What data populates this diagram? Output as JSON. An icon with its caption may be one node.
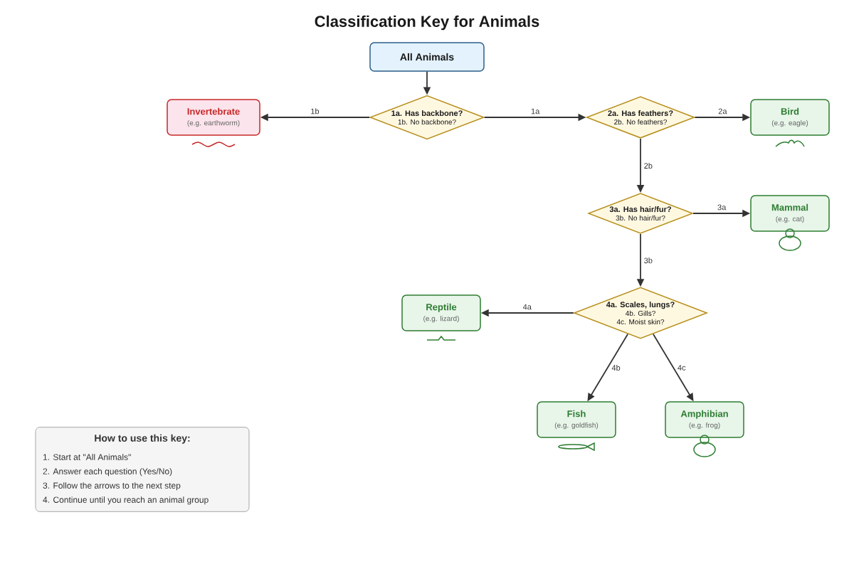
{
  "diagram": {
    "title": "Classification Key for Animals",
    "nodes": [
      {
        "text": [
          "All Animals"
        ]
      },
      {
        "text": [
          "Invertebrate",
          "(e.g. earthworm)"
        ]
      },
      {
        "text": [
          "1a. Has backbone?",
          "1b. No backbone?"
        ]
      },
      {
        "text": [
          "Bird",
          "(e.g. eagle)"
        ]
      },
      {
        "text": [
          "2a. Has feathers?",
          "2b. No feathers?"
        ]
      },
      {
        "text": [
          "Mammal",
          "(e.g. cat)"
        ]
      },
      {
        "text": [
          "3a. Has hair/fur?",
          "3b. No hair/fur?"
        ]
      },
      {
        "text": [
          "Reptile",
          "(e.g. lizard)"
        ]
      },
      {
        "text": [
          "4a. Scales, lungs?",
          "4b. Gills?",
          "4c. Moist skin?"
        ]
      },
      {
        "text": [
          "Fish",
          "(e.g. goldfish)"
        ]
      },
      {
        "text": [
          "Amphibian",
          "(e.g. frog)"
        ]
      },
      {
        "text": [
          "How to use this key:",
          "1. Start at \"All Animals\"",
          "2. Answer each question (Yes/No)",
          "3. Follow the arrows to the next step",
          "4. Continue until you reach an animal group"
        ]
      }
    ],
    "edges": [
      {
        "from": 0,
        "to": 2,
        "arrow": "to"
      },
      {
        "from": 2,
        "to": 1,
        "arrow": "to",
        "label": "1b"
      },
      {
        "from": 2,
        "to": 4,
        "arrow": "to",
        "label": "1a"
      },
      {
        "from": 4,
        "to": 3,
        "arrow": "to",
        "label": "2a"
      },
      {
        "from": 4,
        "to": 6,
        "arrow": "to",
        "label": "2b"
      },
      {
        "from": 6,
        "to": 5,
        "arrow": "to",
        "label": "3a"
      },
      {
        "from": 6,
        "to": 8,
        "arrow": "to",
        "label": "3b"
      },
      {
        "from": 8,
        "to": 7,
        "arrow": "to",
        "label": "4a"
      },
      {
        "from": 8,
        "to": 9,
        "arrow": "to",
        "label": "4b"
      },
      {
        "from": 8,
        "to": 10,
        "arrow": "to",
        "label": "4c"
      }
    ]
  }
}
